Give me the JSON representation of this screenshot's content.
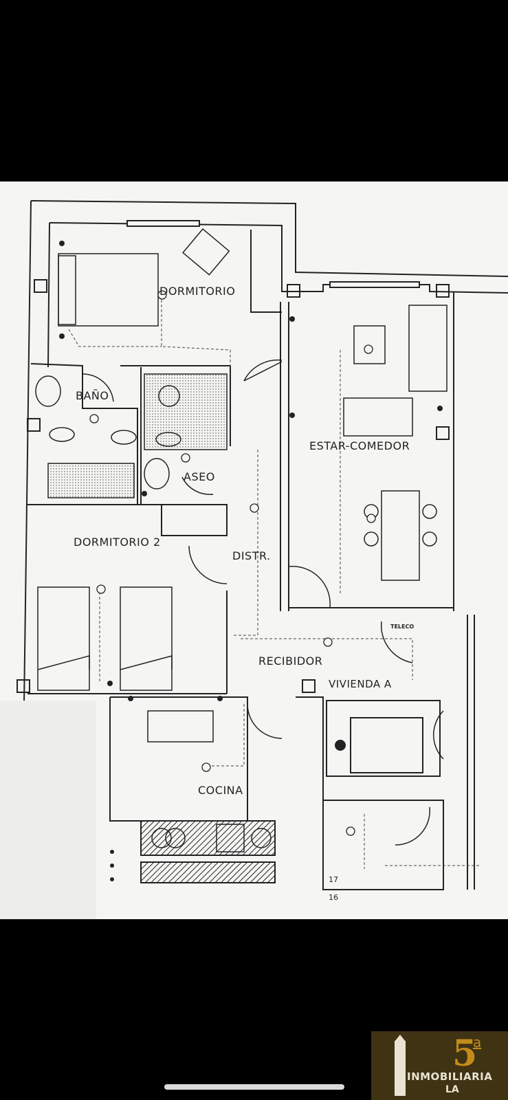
{
  "plan": {
    "rooms": {
      "dormitorio": "DORMITORIO",
      "bano": "BAÑO",
      "aseo": "ASEO",
      "estar_comedor": "ESTAR-COMEDOR",
      "dormitorio_2": "DORMITORIO 2",
      "distr": "DISTR.",
      "recibidor": "RECIBIDOR",
      "vivienda_a": "VIVIENDA A",
      "cocina": "COCINA"
    },
    "labels": {
      "teleco": "TELECO",
      "step_17": "17",
      "step_16": "16"
    }
  },
  "logo": {
    "numeral": "5",
    "superscript": "a",
    "brand_line1": "INMOBILIARIA",
    "brand_line2": "LA",
    "colors": {
      "background": "#3f3314",
      "gold": "#c38b1a",
      "cream": "#e9e4d2"
    }
  }
}
